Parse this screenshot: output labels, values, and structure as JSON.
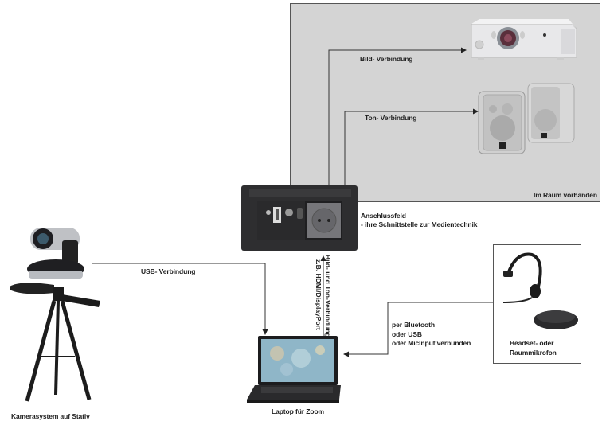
{
  "room": {
    "label": "Im Raum vorhanden",
    "background": "#d4d4d4"
  },
  "connections": {
    "picture": "Bild- Verbindung",
    "sound": "Ton- Verbindung",
    "usb": "USB- Verbindung",
    "av_line1": "Bild- und Ton-Verbindung",
    "av_line2": "z.B. HDMI/DisplayPort",
    "mic_line1": "per Bluetooth",
    "mic_line2": "oder USB",
    "mic_line3": "oder MicInput verbunden"
  },
  "devices": {
    "panel_title": "Anschlussfeld",
    "panel_subtitle": "- ihre Schnittstelle zur Medientechnik",
    "camera": "Kamerasystem auf Stativ",
    "laptop": "Laptop für Zoom",
    "mic_line1": "Headset- oder",
    "mic_line2": "Raummikrofon"
  }
}
